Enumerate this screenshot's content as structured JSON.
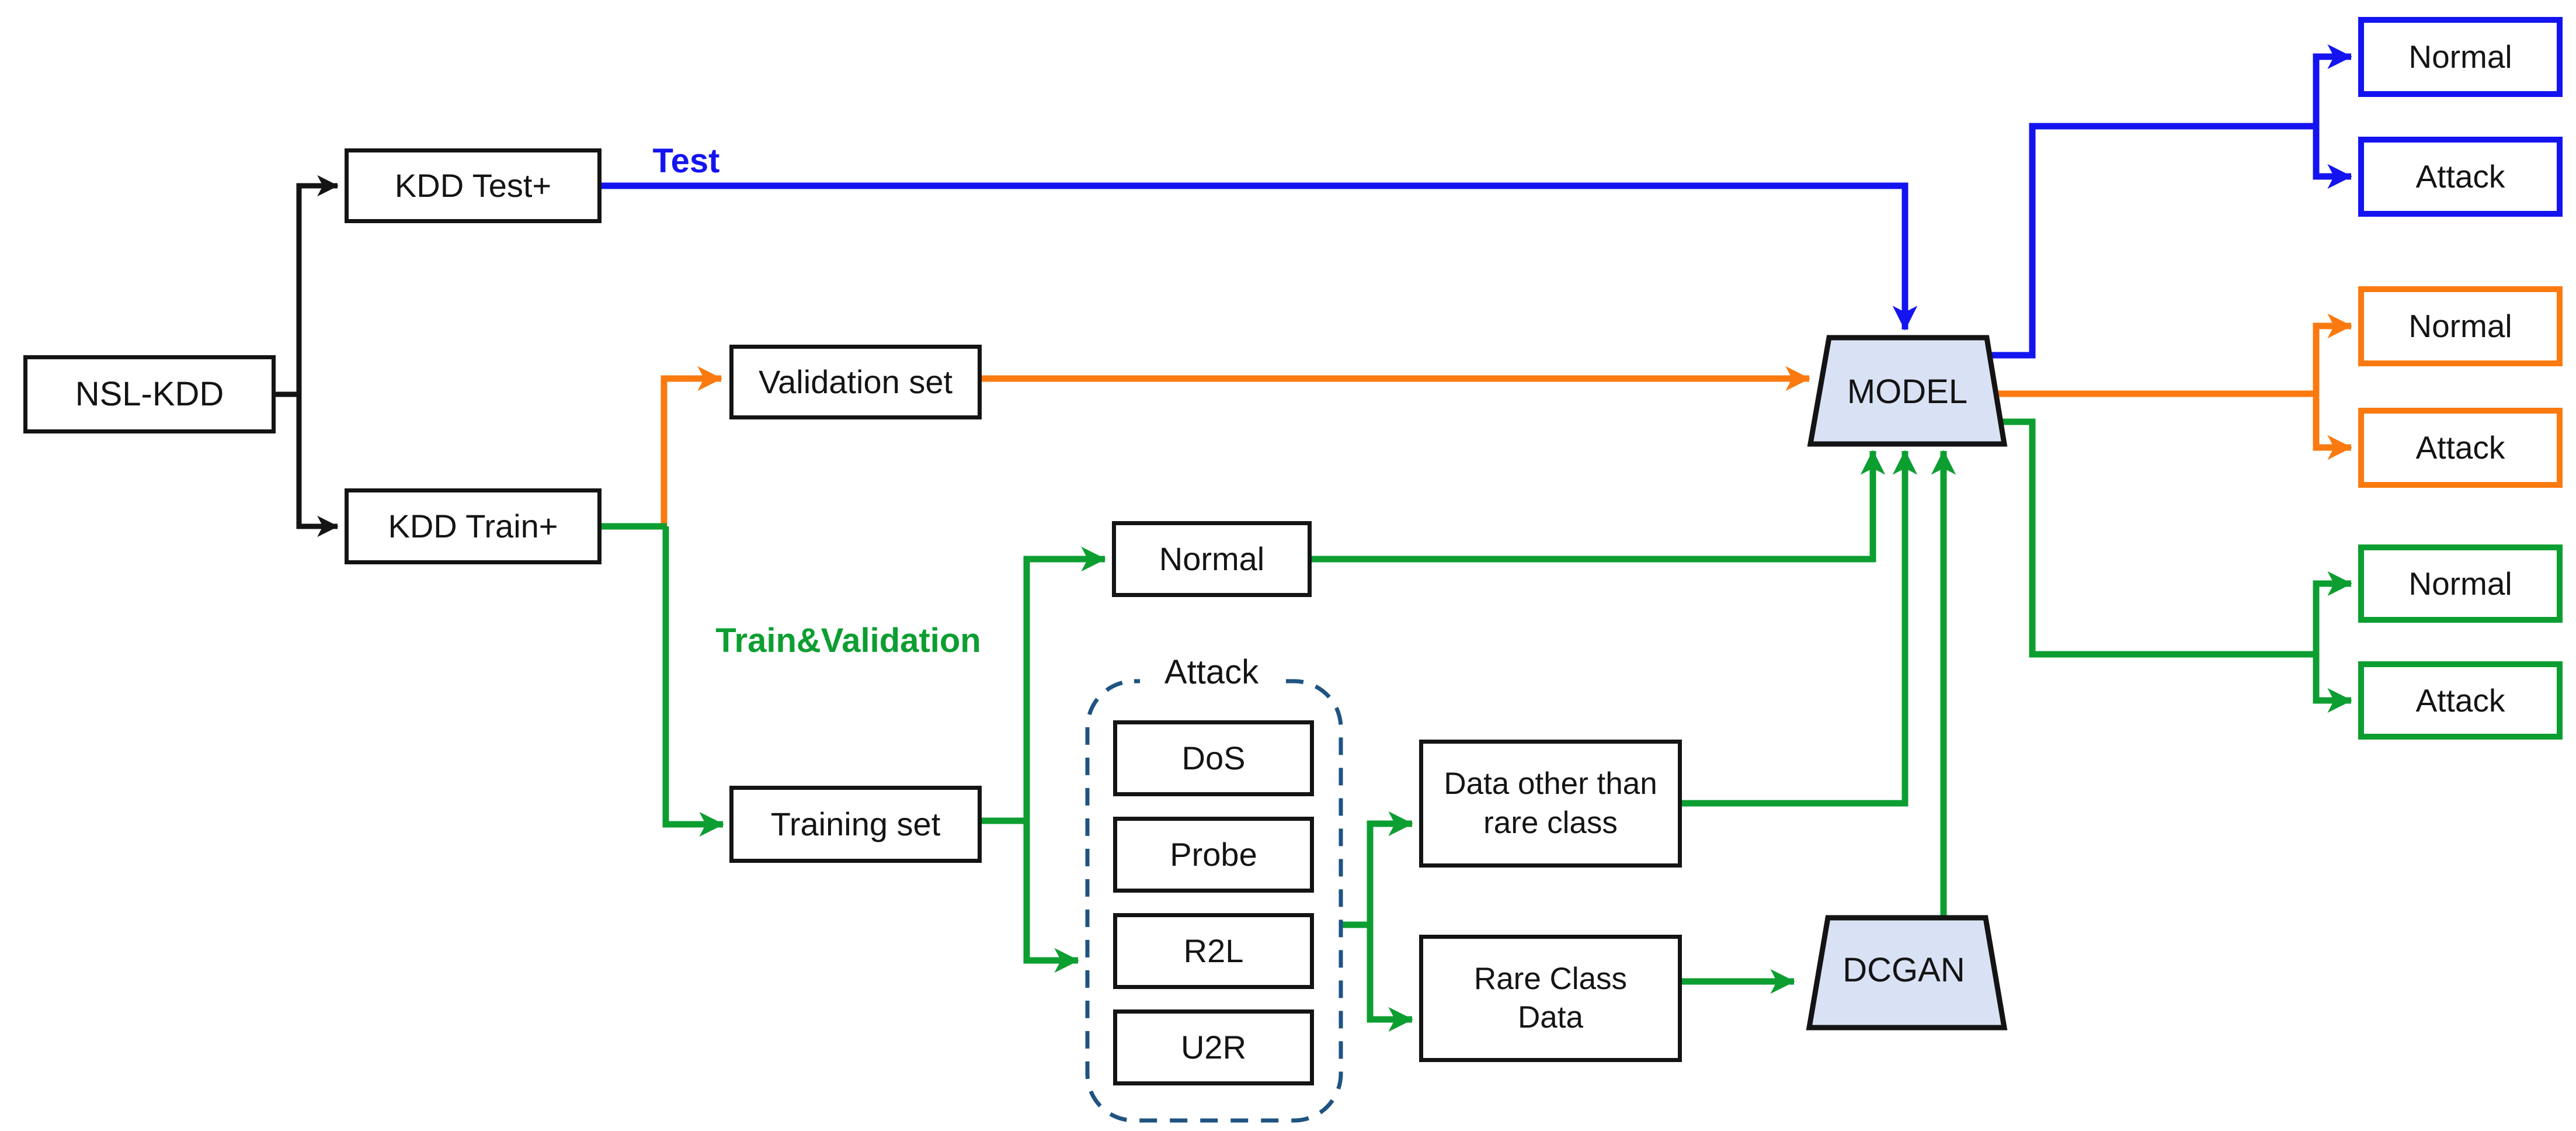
{
  "diagram": {
    "dataset": {
      "label": "NSL-KDD"
    },
    "partitions": {
      "test": "KDD Test+",
      "train": "KDD Train+"
    },
    "path_labels": {
      "test": "Test",
      "train_validation": "Train&Validation"
    },
    "sets": {
      "validation": "Validation set",
      "training": "Training set"
    },
    "training_split": {
      "normal": "Normal",
      "attack_group": {
        "label": "Attack",
        "classes": [
          "DoS",
          "Probe",
          "R2L",
          "U2R"
        ]
      }
    },
    "derived": {
      "non_rare": "Data other than rare class",
      "rare": "Rare Class Data"
    },
    "model": {
      "label": "MODEL"
    },
    "generator": {
      "label": "DCGAN"
    },
    "outputs": {
      "test": {
        "normal": "Normal",
        "attack": "Attack"
      },
      "validation": {
        "normal": "Normal",
        "attack": "Attack"
      },
      "train": {
        "normal": "Normal",
        "attack": "Attack"
      }
    },
    "colors": {
      "test_flow": "#1414f0",
      "validation_flow": "#fb7a10",
      "train_flow": "#0d9e31",
      "black_connector": "#141414",
      "attack_group_border": "#1f5382",
      "process_fill": "#d9e2f4",
      "box_border": "#141414"
    }
  }
}
